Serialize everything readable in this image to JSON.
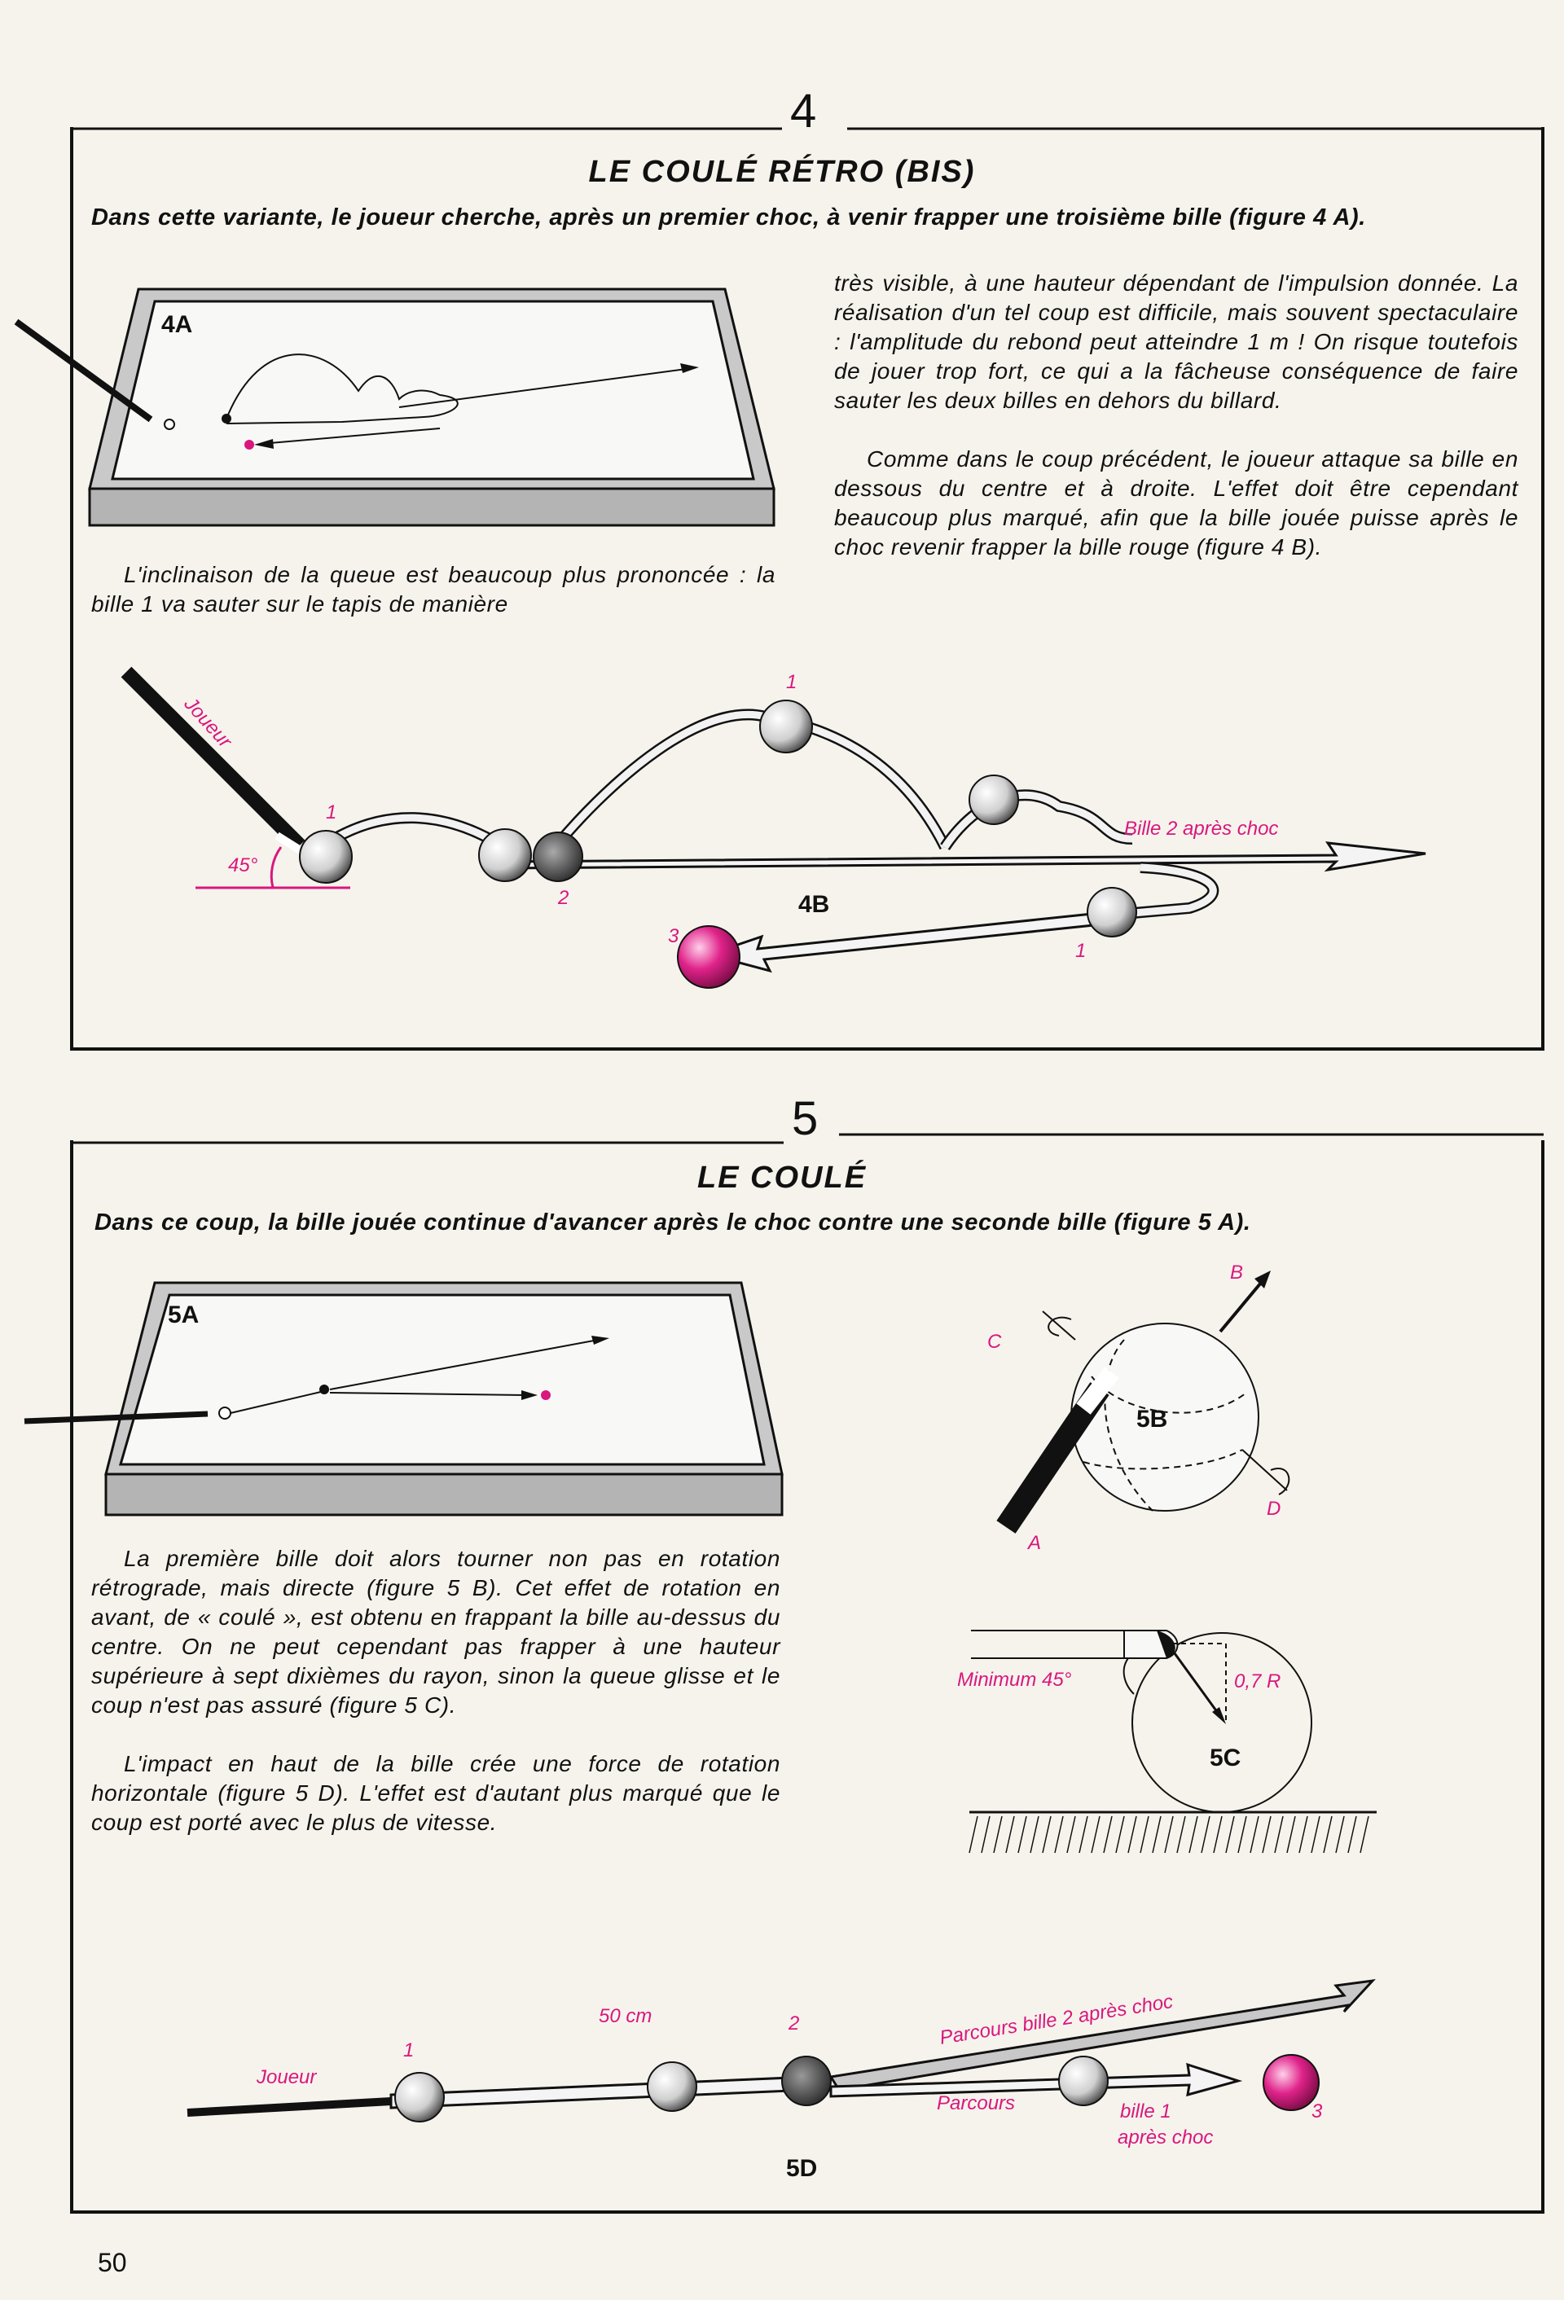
{
  "page_number": "50",
  "section4": {
    "number": "4",
    "title": "LE COULÉ RÉTRO (BIS)",
    "lead": "Dans cette variante, le joueur cherche, après un premier choc, à venir frapper une troisième bille (figure 4 A).",
    "left_text": "L'inclinaison de la queue est beaucoup plus prononcée : la bille 1 va sauter sur le tapis de manière",
    "right_p1": "très visible, à une hauteur dépendant de l'impulsion donnée. La réalisation d'un tel coup est difficile, mais souvent spectaculaire : l'amplitude du rebond peut atteindre 1 m ! On risque toutefois de jouer trop fort, ce qui a la fâcheuse conséquence de faire sauter les deux billes en dehors du billard.",
    "right_p2": "Comme dans le coup précédent, le joueur attaque sa bille en dessous du centre et à droite. L'effet doit être cependant beaucoup plus marqué, afin que la bille jouée puisse après le choc revenir frapper la bille rouge (figure 4 B).",
    "fig4a_label": "4A",
    "fig4b": {
      "label": "4B",
      "joueur": "Joueur",
      "angle": "45°",
      "ball1": "1",
      "ball1_top": "1",
      "ball1_return": "1",
      "ball2": "2",
      "ball3": "3",
      "bille2": "Bille 2 après choc"
    }
  },
  "section5": {
    "number": "5",
    "title": "LE COULÉ",
    "lead": "Dans ce coup, la bille jouée continue d'avancer après le choc contre une seconde bille (figure 5 A).",
    "p1": "La première bille doit alors tourner non pas en rotation rétrograde, mais directe (figure 5 B). Cet effet de rotation en avant, de « coulé », est obtenu en frappant la bille au-dessus du centre. On ne peut cependant pas frapper à une hauteur supérieure à sept dixièmes du rayon, sinon la queue glisse et le coup n'est pas assuré (figure 5 C).",
    "p2": "L'impact en haut de la bille crée une force de rotation horizontale (figure 5 D). L'effet est d'autant plus marqué que le coup est porté avec le plus de vitesse.",
    "fig5a_label": "5A",
    "fig5b": {
      "label": "5B",
      "a": "A",
      "b": "B",
      "c": "C",
      "d": "D"
    },
    "fig5c": {
      "label": "5C",
      "minimum": "Minimum 45°",
      "r": "0,7 R"
    },
    "fig5d": {
      "label": "5D",
      "joueur": "Joueur",
      "ball1": "1",
      "dist": "50 cm",
      "ball2": "2",
      "ball3": "3",
      "parcours2": "Parcours bille 2 après choc",
      "parcours1a": "Parcours",
      "parcours1b": "bille 1",
      "parcours1c": "après choc"
    }
  },
  "colors": {
    "accent": "#d9177e",
    "ink": "#111111",
    "paper": "#f6f3ec"
  }
}
